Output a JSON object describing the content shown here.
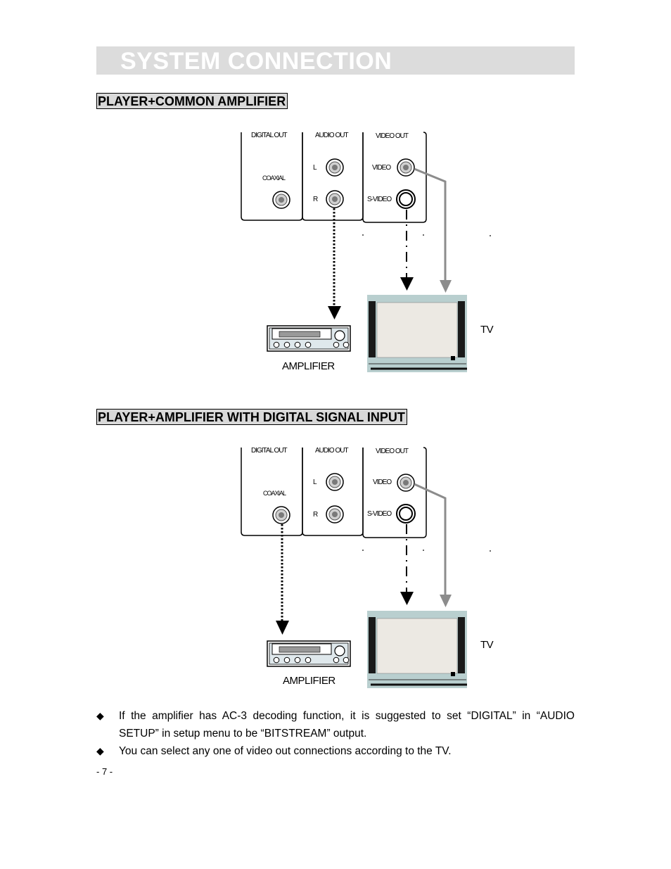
{
  "title": "SYSTEM CONNECTION",
  "sections": [
    {
      "heading": "PLAYER+COMMON AMPLIFIER",
      "panel": {
        "digital_out": "DIGITAL OUT",
        "coaxial": "COAXIAL",
        "audio_out": "AUDIO OUT",
        "left": "L",
        "right": "R",
        "video_out": "VIDEO OUT",
        "video": "VIDEO",
        "svideo": "S-VIDEO"
      },
      "amplifier_label": "AMPLIFIER",
      "tv_label": "TV"
    },
    {
      "heading": "PLAYER+AMPLIFIER WITH DIGITAL SIGNAL INPUT",
      "panel": {
        "digital_out": "DIGITAL OUT",
        "coaxial": "COAXIAL",
        "audio_out": "AUDIO OUT",
        "left": "L",
        "right": "R",
        "video_out": "VIDEO OUT",
        "video": "VIDEO",
        "svideo": "S-VIDEO"
      },
      "amplifier_label": "AMPLIFIER",
      "tv_label": "TV"
    }
  ],
  "notes": [
    "If the amplifier has AC-3 decoding function, it is suggested to set “DIGITAL” in “AUDIO SETUP” in setup menu to be “BITSTREAM” output.",
    "You can select any one of video out connections according to the TV."
  ],
  "bullet_symbol": "◆",
  "page_number": "- 7 -"
}
